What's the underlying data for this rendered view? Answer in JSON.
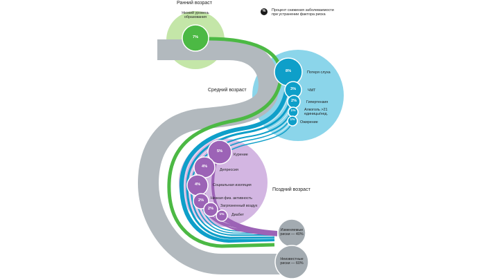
{
  "legend": {
    "symbol": "%",
    "text_line1": "Процент снижения заболеваемости",
    "text_line2": "при устранении фактора риска"
  },
  "stages": {
    "early": "Ранний возраст",
    "middle": "Средний возраст",
    "late": "Поздний возраст"
  },
  "early_risk": {
    "label_line1": "Низкий уровень",
    "label_line2": "образования",
    "pct": "7%"
  },
  "middle_risks": [
    {
      "pct": "8%",
      "label": "Потеря слуха"
    },
    {
      "pct": "3%",
      "label": "ЧМТ"
    },
    {
      "pct": "2%",
      "label": "Гипертензия"
    },
    {
      "pct": "1%",
      "label_line1": "Алкоголь >21",
      "label_line2": "единицы/нед."
    },
    {
      "pct": "1%",
      "label": "Ожирение"
    }
  ],
  "late_risks": [
    {
      "pct": "5%",
      "label": "Курение"
    },
    {
      "pct": "4%",
      "label": "Депрессия"
    },
    {
      "pct": "4%",
      "label": "Социальная изоляция"
    },
    {
      "pct": "2%",
      "label": "Низкая физ. активность"
    },
    {
      "pct": "2%",
      "label": "Загрязненный воздух"
    },
    {
      "pct": "1%",
      "label": "Диабет"
    }
  ],
  "endpoints": {
    "modifiable_line1": "Изменяемые",
    "modifiable_line2": "риски — 40%",
    "unknown_line1": "Неизвестные",
    "unknown_line2": "риски — 60%"
  },
  "colors": {
    "early_zone": "#c4e6a8",
    "early_node": "#4cb944",
    "middle_zone": "#8bd5ea",
    "middle_node": "#0e9fc9",
    "late_zone": "#d3b6e2",
    "late_node": "#9c63b6",
    "trunk": "#b2b9be",
    "endpoint": "#a3abb1"
  }
}
